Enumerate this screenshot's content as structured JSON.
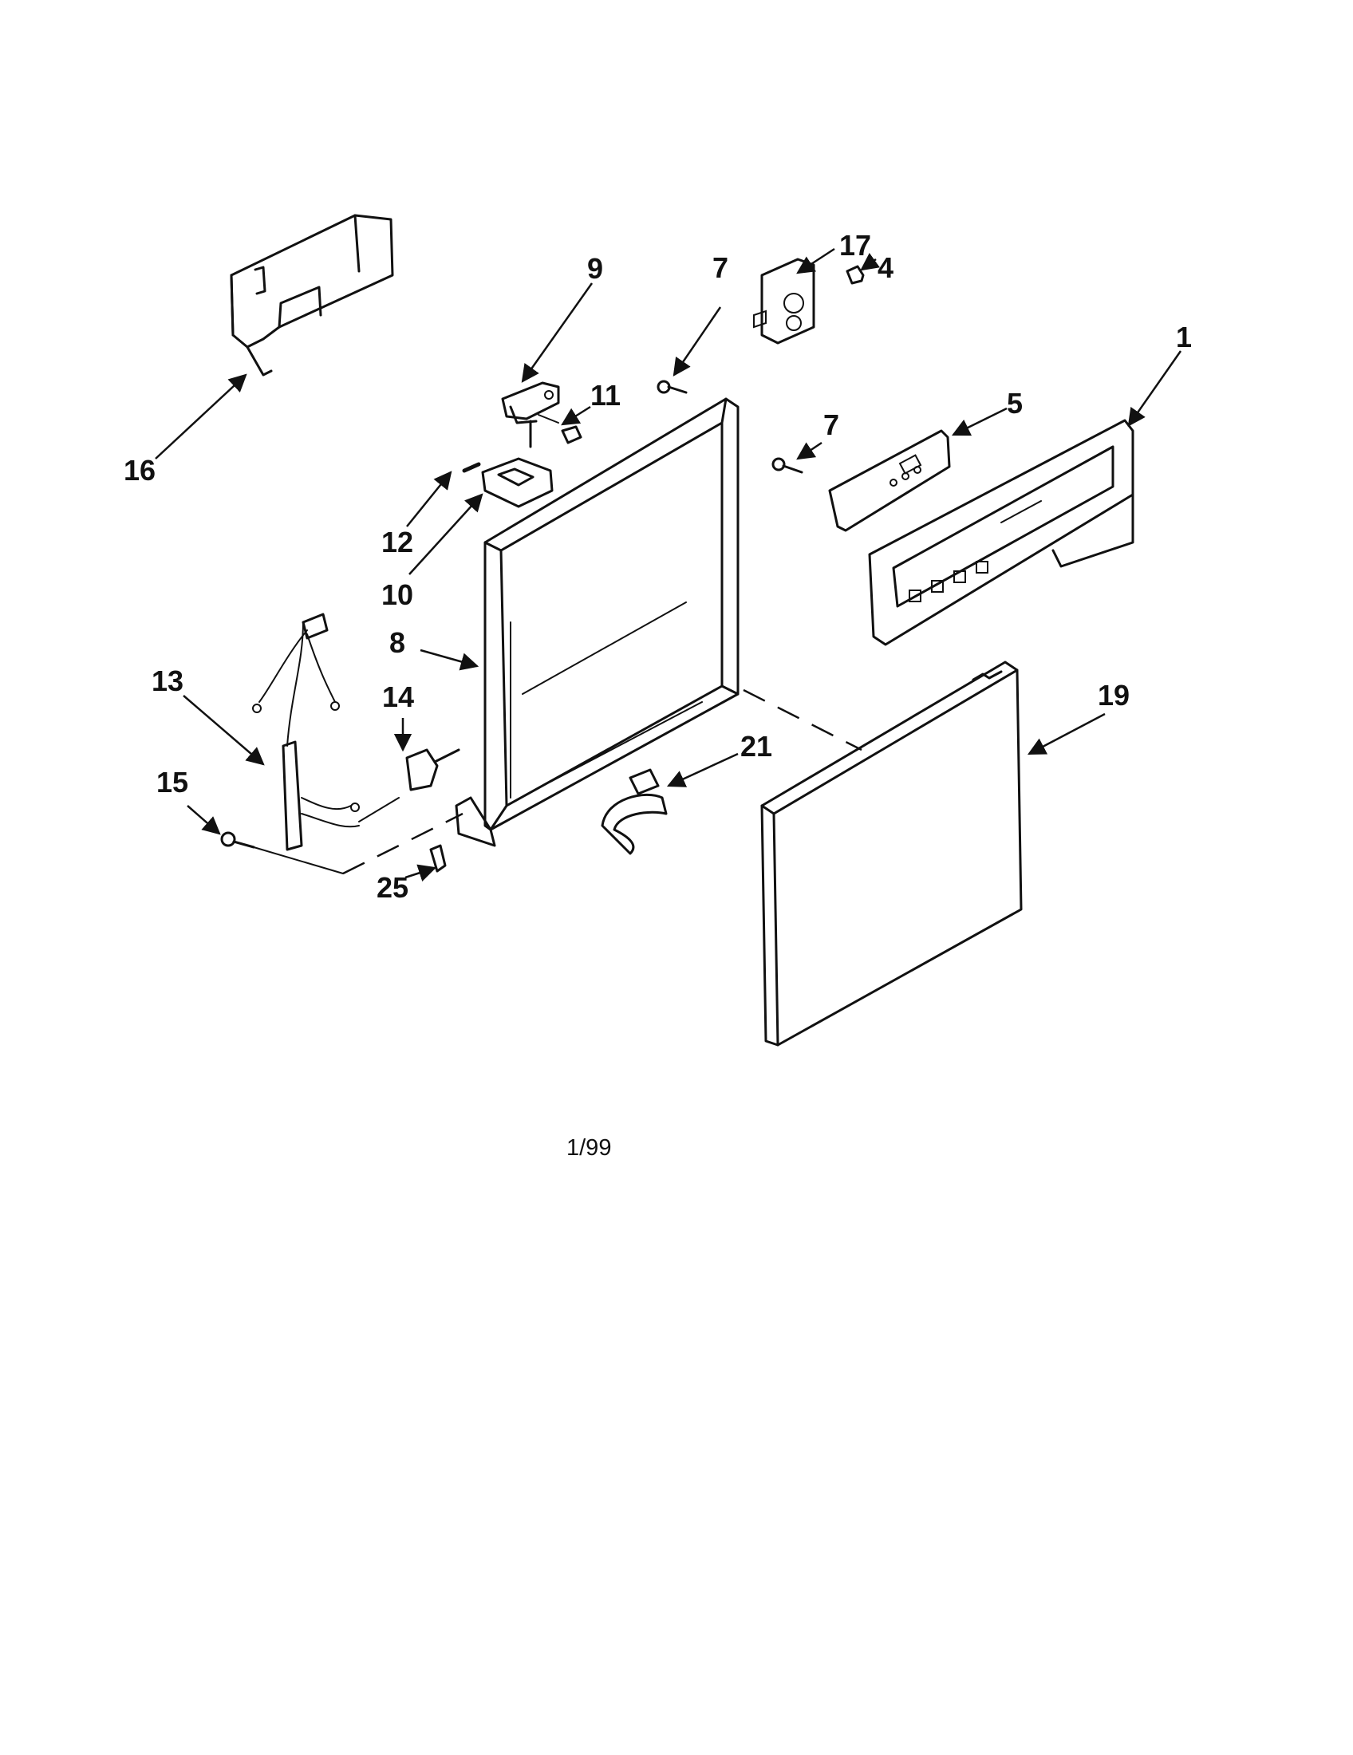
{
  "diagram": {
    "callouts": [
      "1",
      "4",
      "5",
      "7",
      "7",
      "8",
      "9",
      "10",
      "11",
      "12",
      "13",
      "14",
      "15",
      "16",
      "17",
      "19",
      "21",
      "25"
    ],
    "footer": "1/99"
  }
}
